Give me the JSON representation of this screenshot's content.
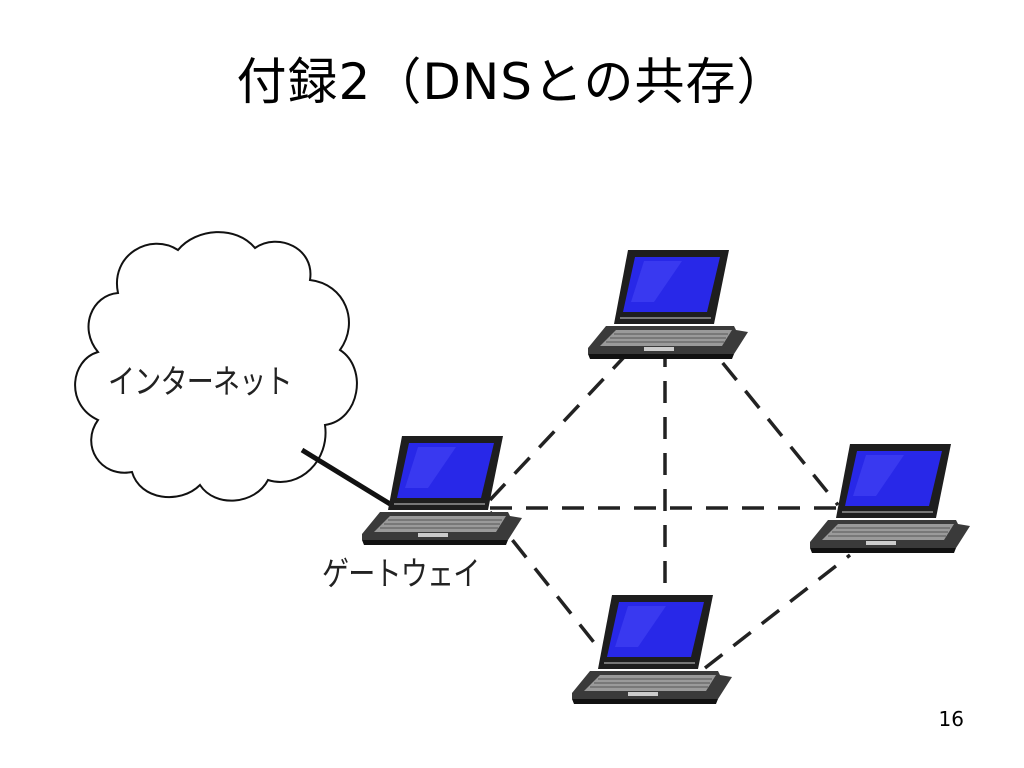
{
  "slide": {
    "title": "付録2（DNSとの共存）",
    "page_number": "16"
  },
  "diagram": {
    "internet_label": "インターネット",
    "gateway_label": "ゲートウェイ",
    "colors": {
      "screen": "#2828e8",
      "laptop_body": "#1e1e1e",
      "keyboard": "#9a9a9a",
      "link": "#111111"
    }
  }
}
